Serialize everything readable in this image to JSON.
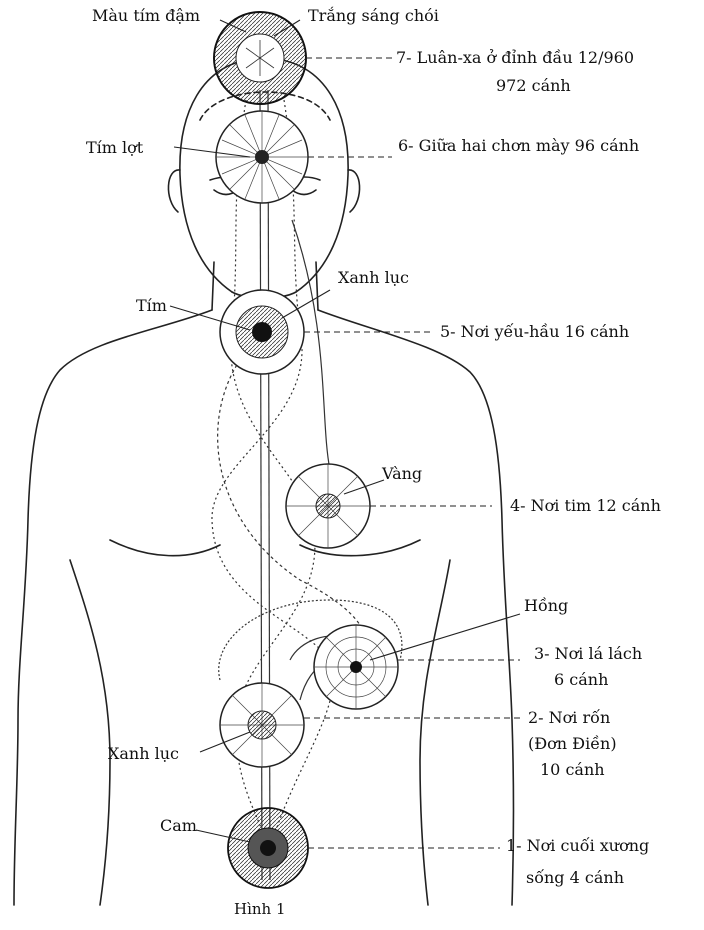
{
  "figure": {
    "caption": "Hình 1"
  },
  "chakras": [
    {
      "number_label": "7- Luân-xa ở đỉnh đầu 12/960",
      "extra_line": "972 cánh",
      "color_left": "Màu tím đậm",
      "color_right": "Trắng sáng chói"
    },
    {
      "number_label": "6- Giữa hai chơn mày 96 cánh",
      "color_left": "Tím lợt"
    },
    {
      "number_label": "5- Nơi yếu-hầu 16 cánh",
      "color_left": "Tím",
      "color_right": "Xanh lục"
    },
    {
      "number_label": "4- Nơi tim 12 cánh",
      "color_right": "Vàng"
    },
    {
      "number_label": "3- Nơi lá lách",
      "extra_line": "6 cánh",
      "color_right": "Hồng"
    },
    {
      "number_label": "2- Nơi rốn",
      "extra_line": "(Đơn Điền)",
      "extra_line_2": "10 cánh",
      "color_left": "Xanh lục"
    },
    {
      "number_label": "1- Nơi cuối xương",
      "extra_line": "sống 4 cánh",
      "color_left": "Cam"
    }
  ]
}
